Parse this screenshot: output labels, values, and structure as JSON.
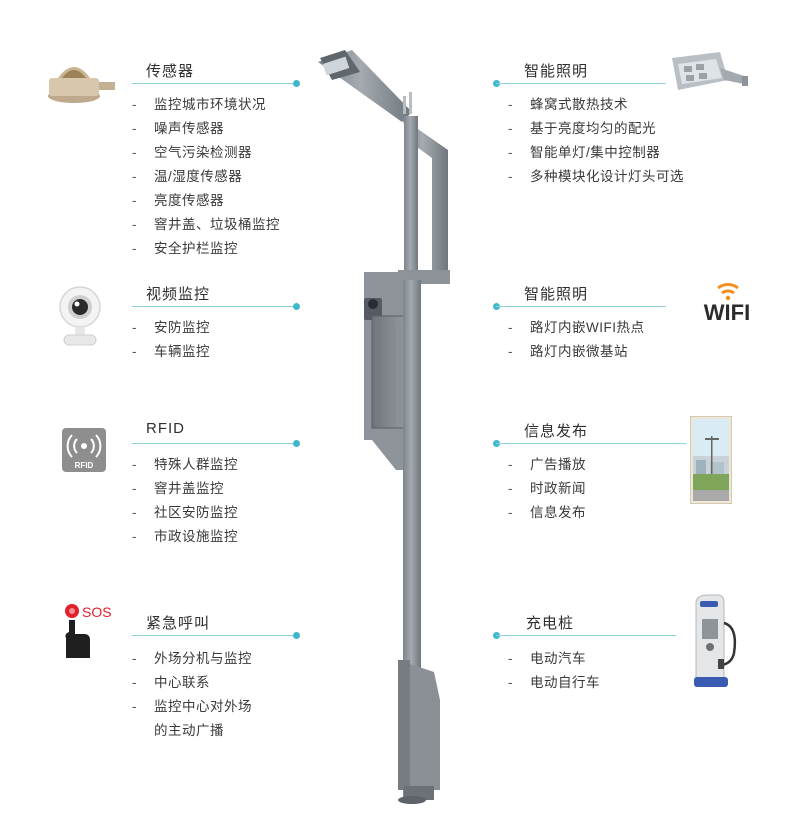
{
  "left_sections": [
    {
      "title": "传感器",
      "icon": "weather-sensor-icon",
      "items": [
        "监控城市环境状况",
        "噪声传感器",
        "空气污染检测器",
        "温/湿度传感器",
        "亮度传感器",
        "窨井盖、垃圾桶监控",
        "安全护栏监控"
      ]
    },
    {
      "title": "视频监控",
      "icon": "webcam-icon",
      "items": [
        "安防监控",
        "车辆监控"
      ]
    },
    {
      "title": "RFID",
      "icon": "rfid-icon",
      "icon_label": "RFID",
      "items": [
        "特殊人群监控",
        "窨井盖监控",
        "社区安防监控",
        "市政设施监控"
      ]
    },
    {
      "title": "紧急呼叫",
      "icon": "sos-button-icon",
      "icon_label": "SOS",
      "items": [
        "外场分机与监控",
        "中心联系",
        "监控中心对外场",
        "的主动广播"
      ]
    }
  ],
  "right_sections": [
    {
      "title": "智能照明",
      "icon": "led-street-lamp-icon",
      "items": [
        "蜂窝式散热技术",
        "基于亮度均匀的配光",
        "智能单灯/集中控制器",
        "多种模块化设计灯头可选"
      ]
    },
    {
      "title": "智能照明",
      "icon": "wifi-icon",
      "icon_label": "WIFI",
      "items": [
        "路灯内嵌WIFI热点",
        "路灯内嵌微基站"
      ]
    },
    {
      "title": "信息发布",
      "icon": "display-screen-icon",
      "items": [
        "广告播放",
        "时政新闻",
        "信息发布"
      ]
    },
    {
      "title": "充电桩",
      "icon": "charging-station-icon",
      "items": [
        "电动汽车",
        "电动自行车"
      ]
    }
  ],
  "colors": {
    "accent": "#3fb8c9",
    "accent_line": "#8fd2dc",
    "pole": "#8a9096",
    "sos_red": "#e0202a",
    "wifi_orange": "#f0901e",
    "charger_blue": "#3a5bb0"
  }
}
